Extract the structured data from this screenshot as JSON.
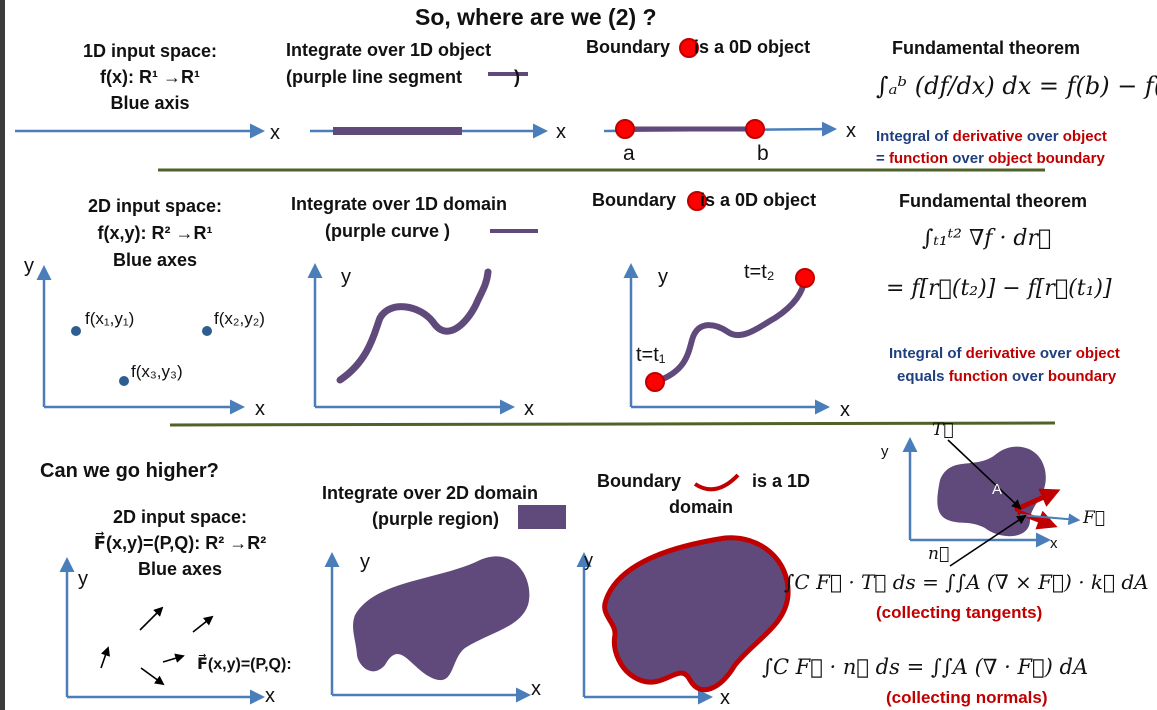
{
  "title": "So, where are we (2) ?",
  "colors": {
    "axis": "#4a7ebb",
    "purple": "#604a7b",
    "red": "#ff0000",
    "dark_red": "#c00000",
    "divider": "#4f6228"
  },
  "row1": {
    "col1_lines": [
      "1D input space:",
      "f(x): R¹ →R¹",
      "Blue axis"
    ],
    "col2_lines": [
      "Integrate over 1D object",
      "(purple line segment",
      ")"
    ],
    "col3": {
      "pre": "Boundary",
      "post": "is a 0D object"
    },
    "col4_title": "Fundamental theorem",
    "col4_formula": "∫ₐᵇ (df/dx) dx = f(b) − f(a)",
    "axis_labels": [
      "x",
      "x",
      "x"
    ],
    "point_labels": [
      "a",
      "b"
    ],
    "statement1": [
      "Integral of ",
      "derivative",
      " over ",
      "object"
    ],
    "statement2": [
      "= ",
      "function",
      " over ",
      "object boundary"
    ]
  },
  "row2": {
    "col1_lines": [
      "2D input space:",
      "f(x,y): R² →R¹",
      "Blue axes"
    ],
    "col2_lines": [
      "Integrate over 1D domain",
      "(purple curve )"
    ],
    "col3": {
      "pre": "Boundary",
      "post": "is a 0D object"
    },
    "col4_title": "Fundamental theorem",
    "formula_line1": "∫ₜ₁ᵗ² ∇f · dr⃗",
    "formula_line2": "= f[r⃗(t₂)] − f[r⃗(t₁)]",
    "points": [
      "f(x₁,y₁)",
      "f(x₂,y₂)",
      "f(x₃,y₃)"
    ],
    "t1": "t=t₁",
    "t2": "t=t₂",
    "axis_y": "y",
    "axis_x": "x",
    "statement1": [
      "Integral of ",
      "derivative",
      " over ",
      "object"
    ],
    "statement2": [
      "equals ",
      "function",
      " over ",
      "boundary"
    ]
  },
  "row3": {
    "question": "Can we go higher?",
    "col1_lines": [
      "2D input space:",
      "F⃗(x,y)=(P,Q):  R² →R²",
      "Blue axes"
    ],
    "field_label": "F⃗(x,y)=(P,Q):",
    "col2_lines": [
      "Integrate over 2D domain",
      "(purple region)"
    ],
    "col3_pre": "Boundary",
    "col3_post": "is a 1D",
    "col3_line2": "domain",
    "inset": {
      "T": "T⃗",
      "A": "A",
      "F": "F⃗",
      "n": "n⃗",
      "y": "y",
      "x": "x"
    },
    "stokes": "∫C F⃗ · T⃗ ds = ∫∫A (∇ × F⃗) · k⃗ dA",
    "stokes_note": "(collecting tangents)",
    "gauss": "∫C F⃗ · n⃗ ds = ∫∫A (∇ · F⃗) dA",
    "gauss_note": "(collecting normals)",
    "axis_y": "y",
    "axis_x": "x"
  }
}
